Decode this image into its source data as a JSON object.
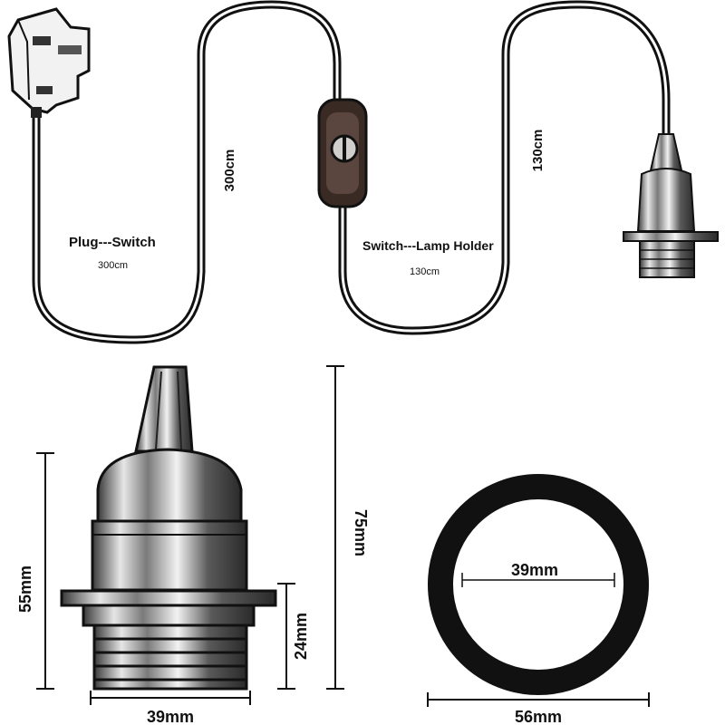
{
  "cable": {
    "plug_switch_title": "Plug---Switch",
    "plug_switch_length": "300cm",
    "plug_switch_vertical": "300cm",
    "switch_holder_title": "Switch---Lamp Holder",
    "switch_holder_length": "130cm",
    "switch_holder_vertical": "130cm"
  },
  "holder": {
    "total_height": "75mm",
    "body_height": "55mm",
    "thread_height": "24mm",
    "thread_width": "39mm"
  },
  "ring": {
    "inner_diameter": "39mm",
    "outer_diameter": "56mm"
  },
  "colors": {
    "line": "#111111",
    "cable": "#3a2a24",
    "metal_dark": "#2a2a2a",
    "metal_light": "#d8d8d8"
  }
}
